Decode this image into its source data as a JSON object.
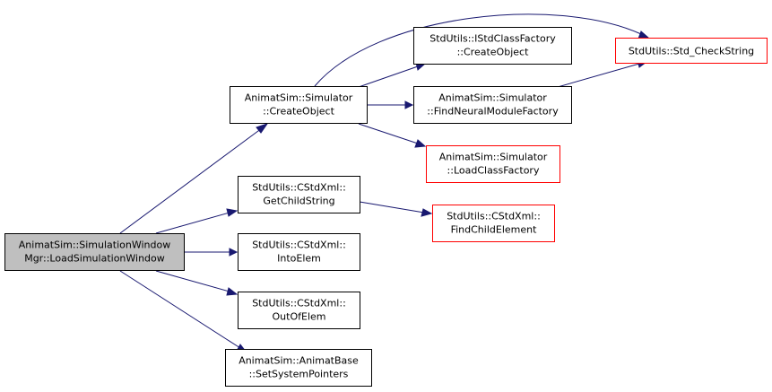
{
  "graph": {
    "nodes": {
      "root": {
        "line1": "AnimatSim::SimulationWindow",
        "line2": "Mgr::LoadSimulationWindow"
      },
      "sim_create": {
        "line1": "AnimatSim::Simulator",
        "line2": "::CreateObject"
      },
      "get_child_string": {
        "line1": "StdUtils::CStdXml::",
        "line2": "GetChildString"
      },
      "into_elem": {
        "line1": "StdUtils::CStdXml::",
        "line2": "IntoElem"
      },
      "out_of_elem": {
        "line1": "StdUtils::CStdXml::",
        "line2": "OutOfElem"
      },
      "set_system_pointers": {
        "line1": "AnimatSim::AnimatBase",
        "line2": "::SetSystemPointers"
      },
      "istd_create": {
        "line1": "StdUtils::IStdClassFactory",
        "line2": "::CreateObject"
      },
      "find_neural": {
        "line1": "AnimatSim::Simulator",
        "line2": "::FindNeuralModuleFactory"
      },
      "load_class_factory": {
        "line1": "AnimatSim::Simulator",
        "line2": "::LoadClassFactory"
      },
      "find_child_element": {
        "line1": "StdUtils::CStdXml::",
        "line2": "FindChildElement"
      },
      "check_string": {
        "line1": "StdUtils::Std_CheckString"
      }
    }
  }
}
